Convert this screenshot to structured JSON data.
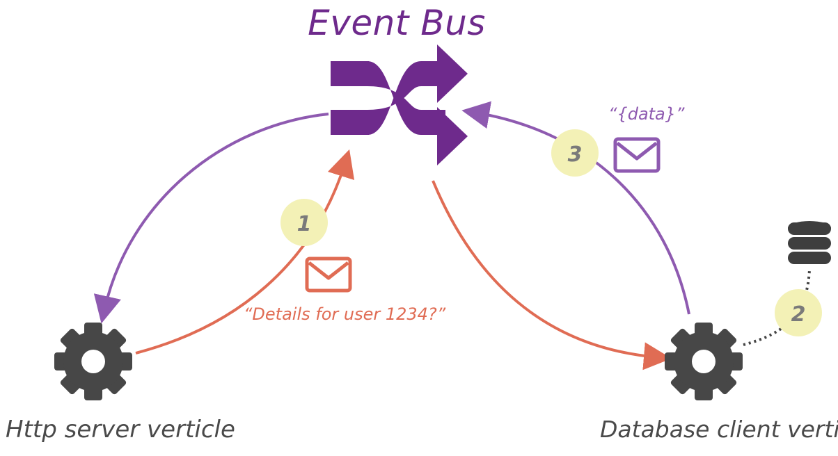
{
  "title": "Event Bus",
  "nodes": {
    "http_server": "Http server verticle",
    "database_client": "Database client verticle"
  },
  "steps": [
    "1",
    "2",
    "3"
  ],
  "messages": {
    "request": "“Details for user 1234?”",
    "response": "“{data}”"
  },
  "colors": {
    "bus": "#6e2a8c",
    "request": "#e06c54",
    "response": "#8e5ab0",
    "gear": "#474747",
    "badge": "#f3f1b6",
    "badge_text": "#7a7a7a"
  }
}
